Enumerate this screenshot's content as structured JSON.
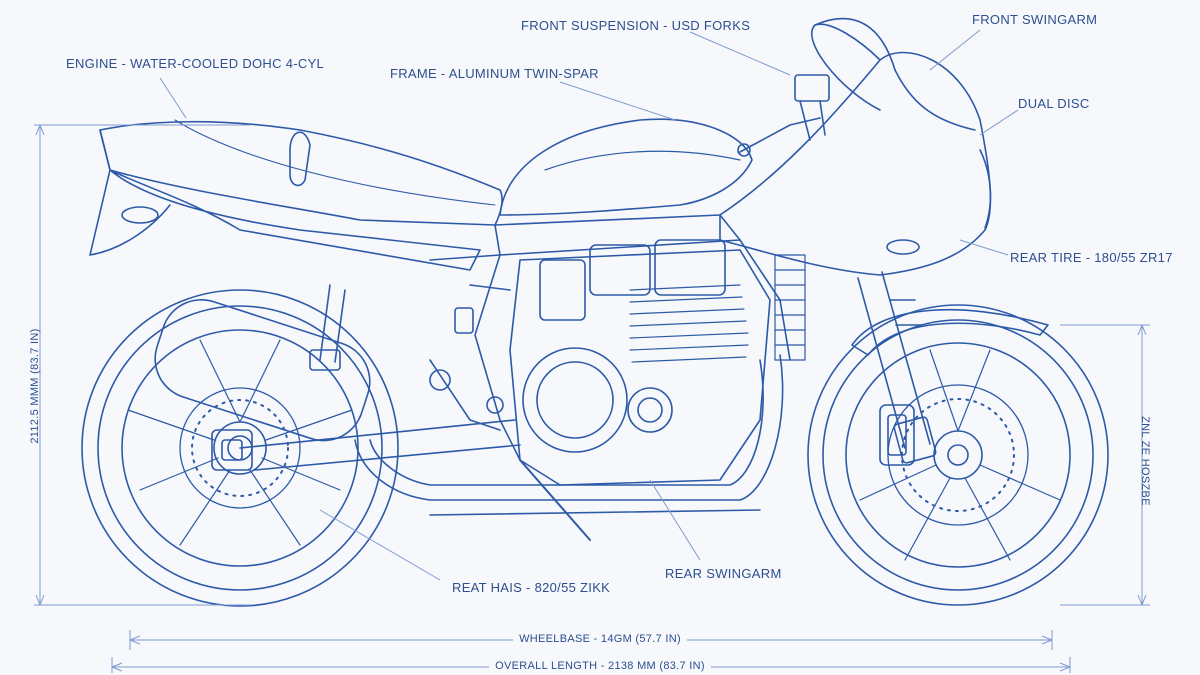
{
  "colors": {
    "ink": "#2d5aa8",
    "ink_light": "#7d9bd0",
    "text": "#2b4f8f",
    "paper": "#f7f8fb"
  },
  "labels": {
    "engine": "ENGINE - WATER-COOLED DOHC 4-CYL",
    "front_suspension": "FRONT SUSPENSION - USD FORKS",
    "frame": "FRAME - ALUMINUM TWIN-SPAR",
    "front_swingarm": "FRONT SWINGARM",
    "dual_disc": "DUAL DISC",
    "rear_tire_right": "REAR TIRE - 180/55 ZR17",
    "rear_tire_bottom": "REAT HAIS - 820/55 ZIKK",
    "rear_swingarm": "REAR SWINGARM"
  },
  "dimensions": {
    "height_left": "2112.5 MMM (83.7 IN)",
    "height_right": "ZNL ZE HOSZBE",
    "wheelbase": "WHEELBASE - 14GM (57.7 IN)",
    "overall_length": "OVERALL LENGTH - 2138 MM (83.7 IN)"
  }
}
